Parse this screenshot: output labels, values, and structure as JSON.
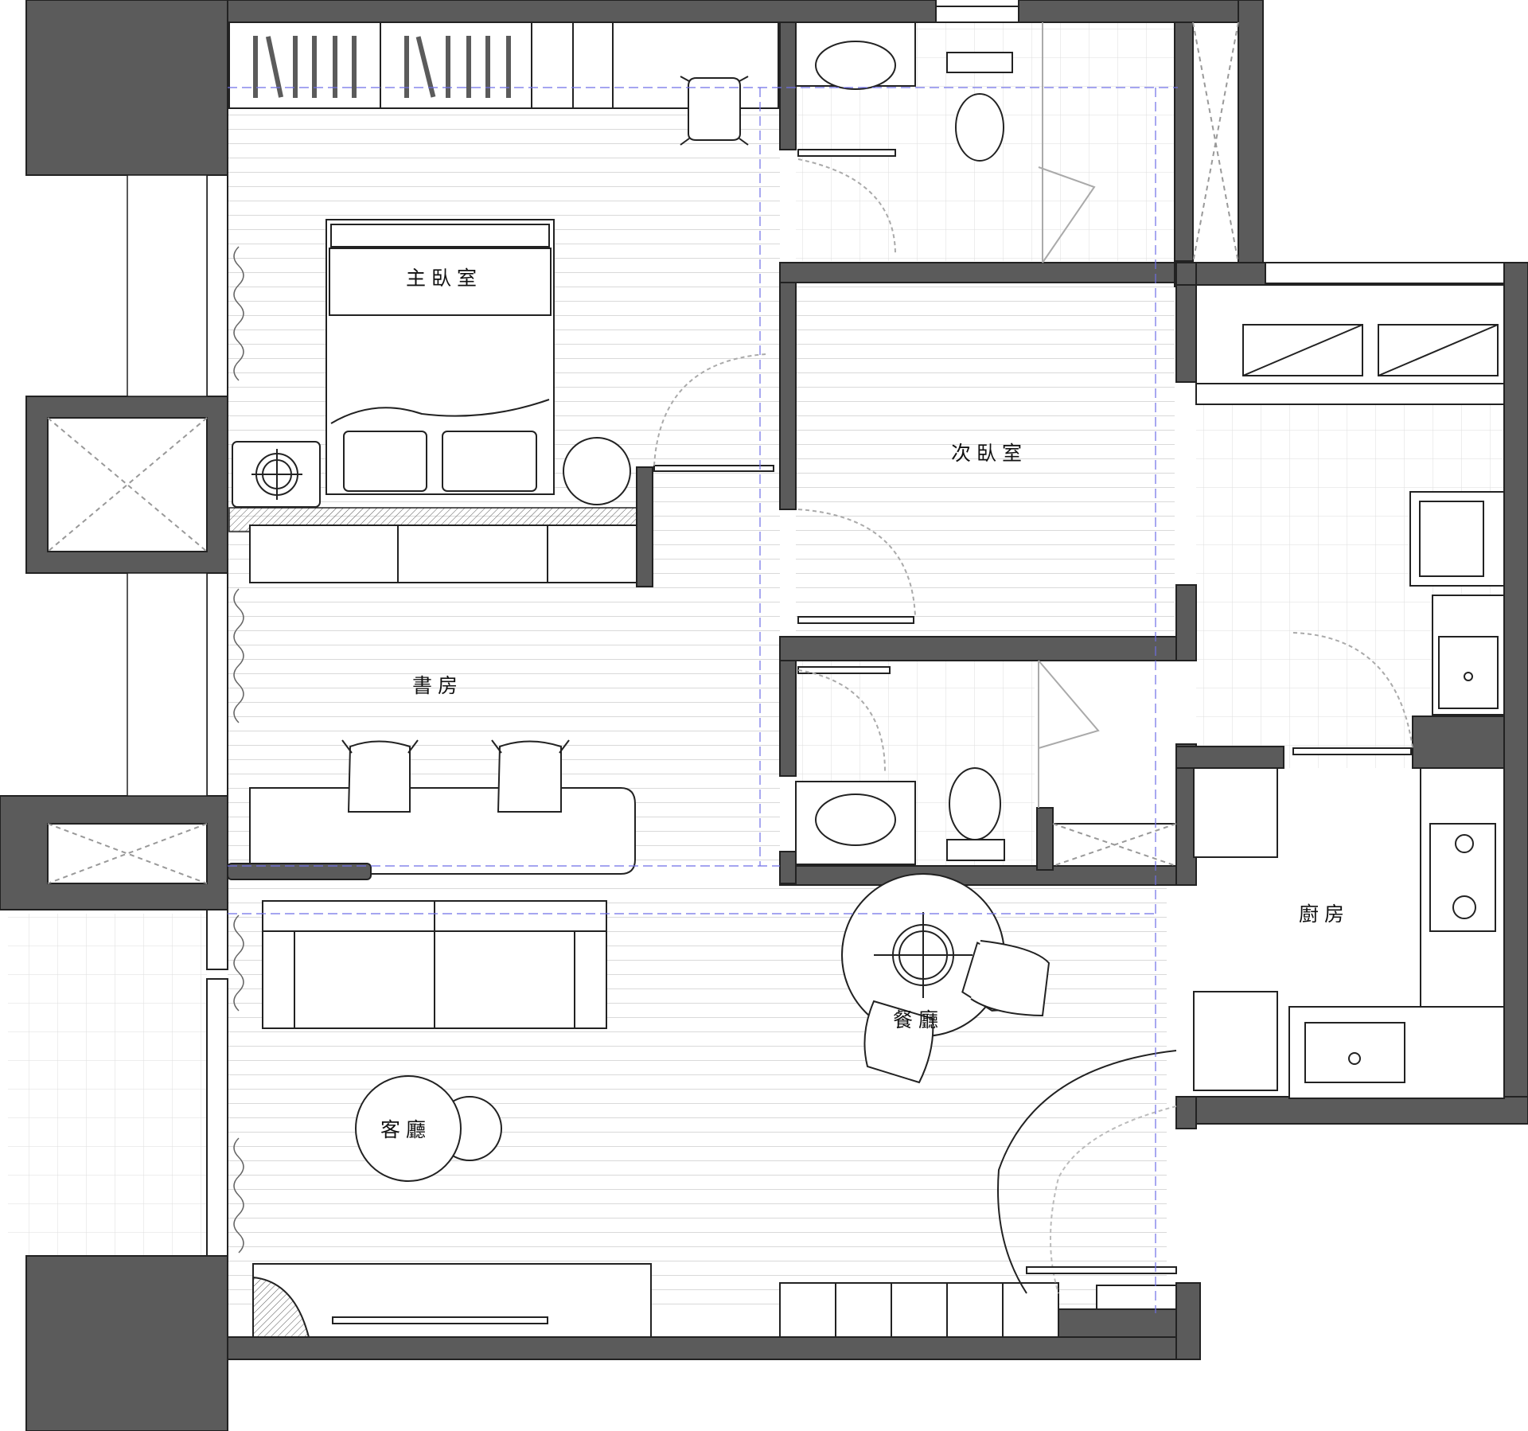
{
  "rooms": {
    "master_bedroom": "主臥室",
    "second_bedroom": "次臥室",
    "study": "書房",
    "kitchen": "廚房",
    "dining_room": "餐廳",
    "living_room": "客廳"
  },
  "colors": {
    "wall": "#5b5b5b",
    "line": "#222222",
    "floor_line": "#d4d4d4",
    "grid_line": "#dddddd",
    "axis_line": "#6f6fe6"
  }
}
